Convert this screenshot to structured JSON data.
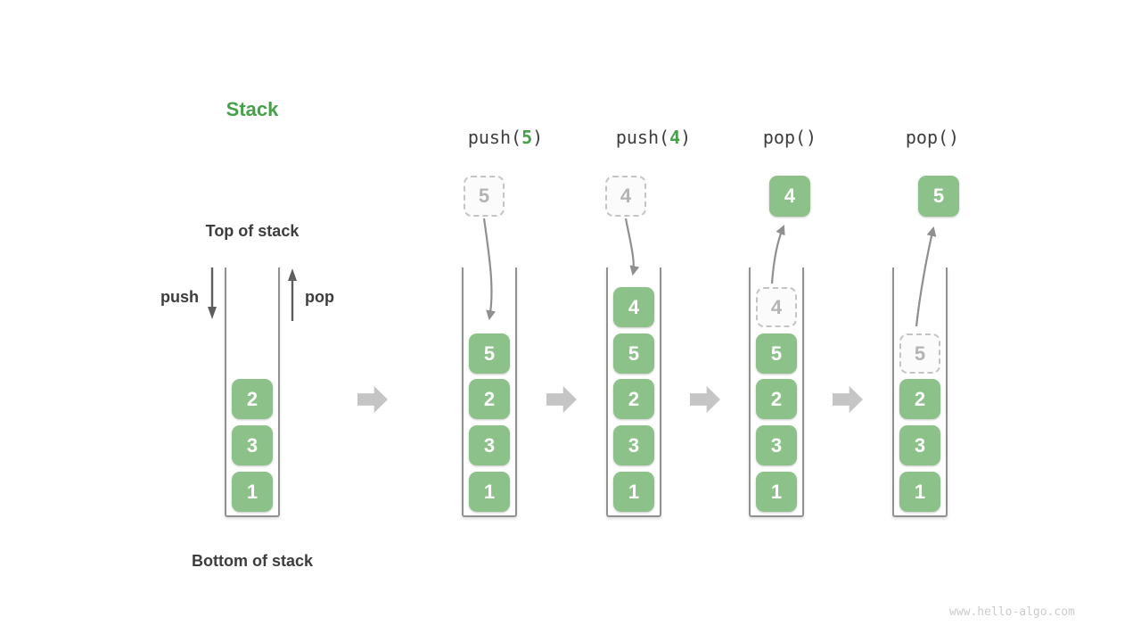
{
  "title": "Stack",
  "labels": {
    "top_of_stack": "Top of stack",
    "bottom_of_stack": "Bottom of stack",
    "push": "push",
    "pop": "pop"
  },
  "watermark": "www.hello-algo.com",
  "colors": {
    "box_green": "#8DC18A",
    "accent_green": "#47A04B",
    "text_dark": "#3D3D3D",
    "curve_arrow_gray": "#8F8F8F",
    "block_arrow_gray": "#C5C5C5",
    "dashed_border": "#C4C4C4",
    "container_border": "#919191"
  },
  "columns": [
    {
      "name": "initial-stack",
      "cells": [
        {
          "v": "2"
        },
        {
          "v": "3"
        },
        {
          "v": "1"
        }
      ]
    },
    {
      "name": "after-push-5",
      "op": {
        "pre": "push(",
        "arg": "5",
        "post": ")"
      },
      "floating": {
        "v": "5",
        "style": "dashed"
      },
      "cells": [
        {
          "v": "5"
        },
        {
          "v": "2"
        },
        {
          "v": "3"
        },
        {
          "v": "1"
        }
      ]
    },
    {
      "name": "after-push-4",
      "op": {
        "pre": "push(",
        "arg": "4",
        "post": ")"
      },
      "floating": {
        "v": "4",
        "style": "dashed"
      },
      "cells": [
        {
          "v": "4"
        },
        {
          "v": "5"
        },
        {
          "v": "2"
        },
        {
          "v": "3"
        },
        {
          "v": "1"
        }
      ]
    },
    {
      "name": "after-pop-4",
      "op": {
        "pre": "pop()",
        "arg": "",
        "post": ""
      },
      "floating": {
        "v": "4",
        "style": "solid"
      },
      "cells": [
        {
          "v": "4"
        },
        {
          "v": "5"
        },
        {
          "v": "2"
        },
        {
          "v": "3"
        },
        {
          "v": "1"
        }
      ]
    },
    {
      "name": "after-pop-5",
      "op": {
        "pre": "pop()",
        "arg": "",
        "post": ""
      },
      "floating": {
        "v": "5",
        "style": "solid"
      },
      "cells": [
        {
          "v": "5"
        },
        {
          "v": "2"
        },
        {
          "v": "3"
        },
        {
          "v": "1"
        }
      ]
    }
  ]
}
